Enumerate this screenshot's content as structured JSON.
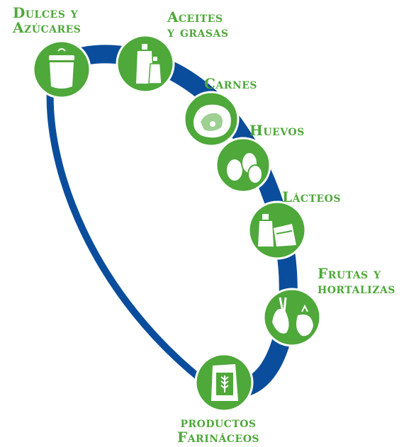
{
  "diagram": {
    "colors": {
      "ring": "#0a4d9c",
      "circle_fill": "#4ea83a",
      "circle_border": "#ffffff",
      "label": "#4ea83a",
      "icon": "#ffffff"
    },
    "groups": [
      {
        "id": "dulces",
        "line1": "Dulces y",
        "line2": "Azúcares",
        "icon": "jar-icon"
      },
      {
        "id": "aceites",
        "line1": "Aceites",
        "line2": "y grasas",
        "icon": "oil-bottles-icon"
      },
      {
        "id": "carnes",
        "line1": "Carnes",
        "line2": "",
        "icon": "meat-icon"
      },
      {
        "id": "huevos",
        "line1": "Huevos",
        "line2": "",
        "icon": "eggs-icon"
      },
      {
        "id": "lacteos",
        "line1": "Lácteos",
        "line2": "",
        "icon": "dairy-icon"
      },
      {
        "id": "frutas",
        "line1": "Frutas y",
        "line2": "hortalizas",
        "icon": "fruits-vegetables-icon"
      },
      {
        "id": "farinaceos",
        "line1": "productos",
        "line2": "Farináceos",
        "icon": "flour-bag-icon"
      }
    ]
  }
}
